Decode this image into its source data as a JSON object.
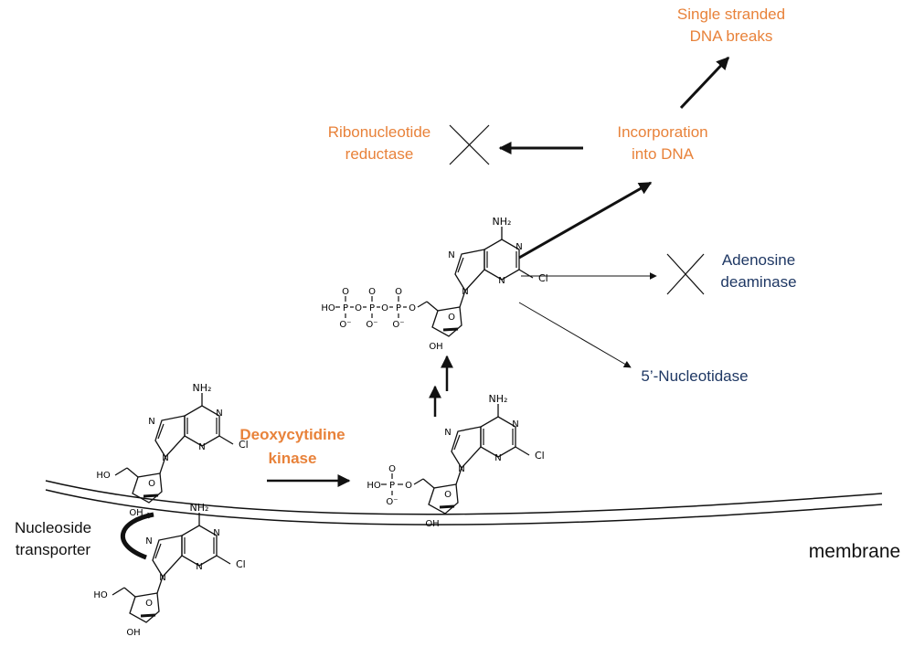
{
  "labels": {
    "ssb_line1": "Single stranded",
    "ssb_line2": "DNA breaks",
    "incorp_line1": "Incorporation",
    "incorp_line2": "into DNA",
    "rnr_line1": "Ribonucleotide",
    "rnr_line2": "reductase",
    "ada_line1": "Adenosine",
    "ada_line2": "deaminase",
    "nucleotidase": "5’-Nucleotidase",
    "dck_line1": "Deoxycytidine",
    "dck_line2": "kinase",
    "transporter_line1": "Nucleoside",
    "transporter_line2": "transporter",
    "membrane": "membrane"
  },
  "atoms": {
    "NH2": "NH₂",
    "N": "N",
    "Cl": "Cl",
    "O": "O",
    "OH": "OH",
    "HO": "HO",
    "P": "P",
    "Ominus": "O⁻"
  },
  "colors": {
    "orange": "#e8823a",
    "navy": "#1f3864",
    "black": "#111111"
  }
}
